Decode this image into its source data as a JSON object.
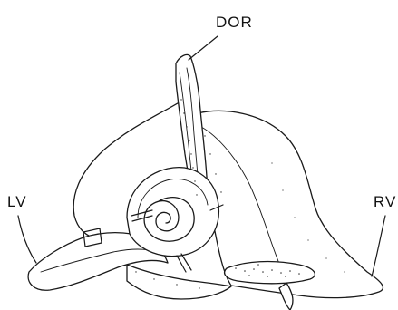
{
  "labels": {
    "dorsal": "DOR",
    "left_valve": "LV",
    "right_valve": "RV"
  },
  "colors": {
    "ink": "#1a1a1a",
    "background": "#ffffff"
  }
}
